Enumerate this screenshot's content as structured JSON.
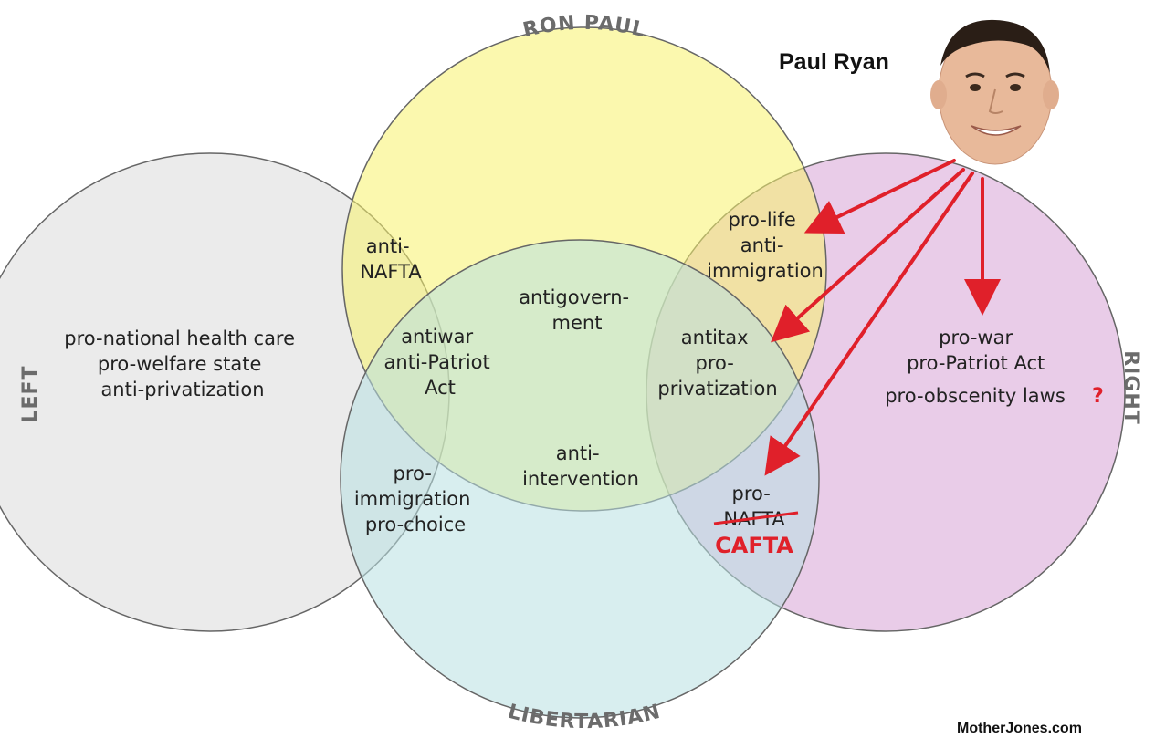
{
  "circles": {
    "top": "RON PAUL",
    "left": "LEFT",
    "right": "RIGHT",
    "bottom": "LIBERTARIAN"
  },
  "regions": {
    "left_only": [
      "pro-national health care",
      "pro-welfare state",
      "anti-privatization"
    ],
    "left_top": [
      "anti-",
      "NAFTA"
    ],
    "left_top_bottom": [
      "antiwar",
      "anti-Patriot",
      "Act"
    ],
    "left_bottom": [
      "pro-",
      "immigration",
      "pro-choice"
    ],
    "top_bottom": [
      "antigovern-",
      "ment"
    ],
    "bottom_center": [
      "anti-",
      "intervention"
    ],
    "top_right": [
      "pro-life",
      "anti-",
      "immigration"
    ],
    "top_right_bottom": [
      "antitax",
      "pro-",
      "privatization"
    ],
    "right_bottom": [
      "pro-",
      "NAFTA"
    ],
    "right_bottom_correction": "CAFTA",
    "right_only": [
      "pro-war",
      "pro-Patriot Act",
      "pro-obscenity laws"
    ],
    "right_only_mark": "?"
  },
  "person": {
    "name": "Paul Ryan"
  },
  "credit": "MotherJones.com",
  "colors": {
    "left_fill": "#e4e4e4",
    "top_fill": "#f7f36c",
    "right_fill": "#e3bfe2",
    "bottom_fill": "#b8e0e2",
    "arrow": "#e0202a",
    "label_gray": "#6b6b6b"
  }
}
